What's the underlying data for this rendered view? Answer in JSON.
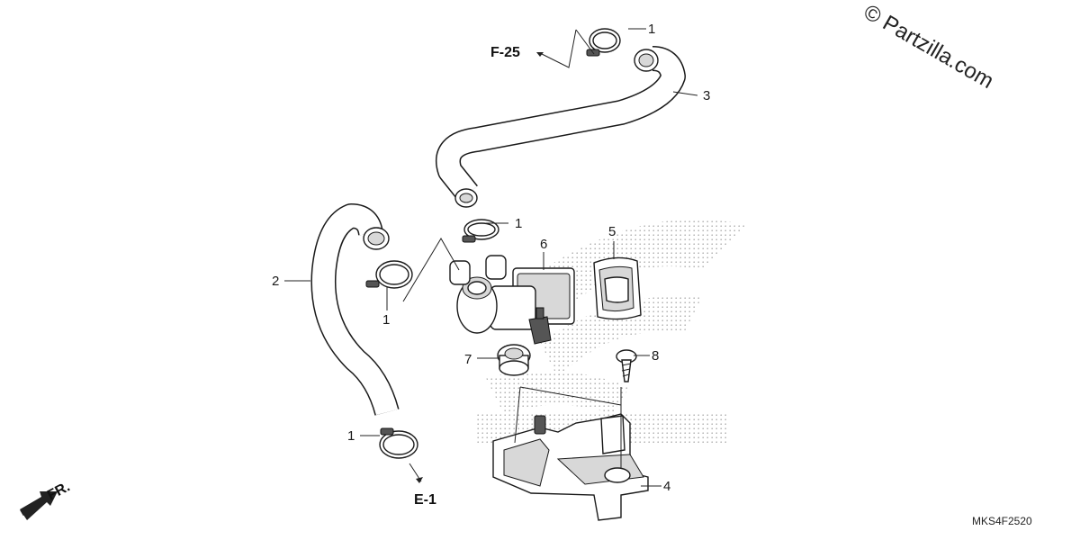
{
  "watermark": "© Partzilla.com",
  "diagram_code": "MKS4F2520",
  "direction_label": "FR.",
  "references": [
    {
      "id": "ref-f25",
      "label": "F-25"
    },
    {
      "id": "ref-e1",
      "label": "E-1"
    }
  ],
  "callouts": [
    {
      "id": "c1a",
      "label": "1"
    },
    {
      "id": "c1b",
      "label": "1"
    },
    {
      "id": "c1c",
      "label": "1"
    },
    {
      "id": "c1d",
      "label": "1"
    },
    {
      "id": "c2",
      "label": "2"
    },
    {
      "id": "c3",
      "label": "3"
    },
    {
      "id": "c4",
      "label": "4"
    },
    {
      "id": "c5",
      "label": "5"
    },
    {
      "id": "c6",
      "label": "6"
    },
    {
      "id": "c7",
      "label": "7"
    },
    {
      "id": "c8",
      "label": "8"
    }
  ],
  "colors": {
    "line": "#1a1a1a",
    "background": "#ffffff",
    "shading": "#d8d8d8"
  }
}
